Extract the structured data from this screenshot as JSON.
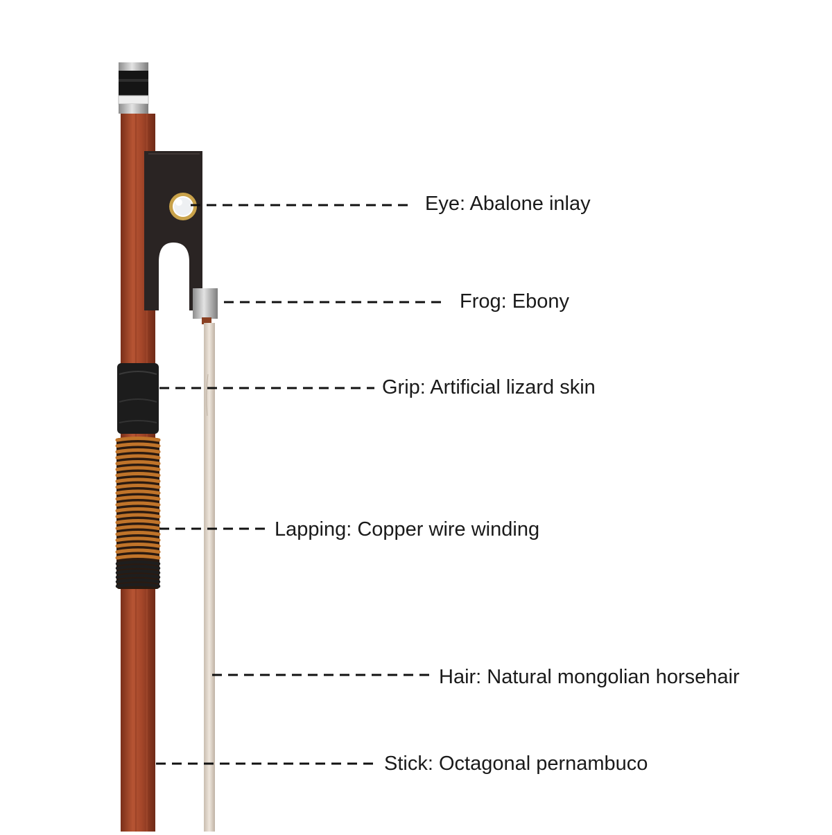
{
  "colors": {
    "stick": "#a5472a",
    "stick_dark": "#7a3019",
    "ebony": "#2a2423",
    "leather": "#1c1c1c",
    "copper": "#c0742a",
    "hair": "#ddd3c7",
    "silver": "#b9b9b9"
  },
  "labels": {
    "eye": "Eye: Abalone inlay",
    "frog": "Frog: Ebony",
    "grip": "Grip: Artificial lizard skin",
    "lapping": "Lapping: Copper wire winding",
    "hair": "Hair: Natural mongolian horsehair",
    "stick": "Stick: Octagonal pernambuco"
  }
}
